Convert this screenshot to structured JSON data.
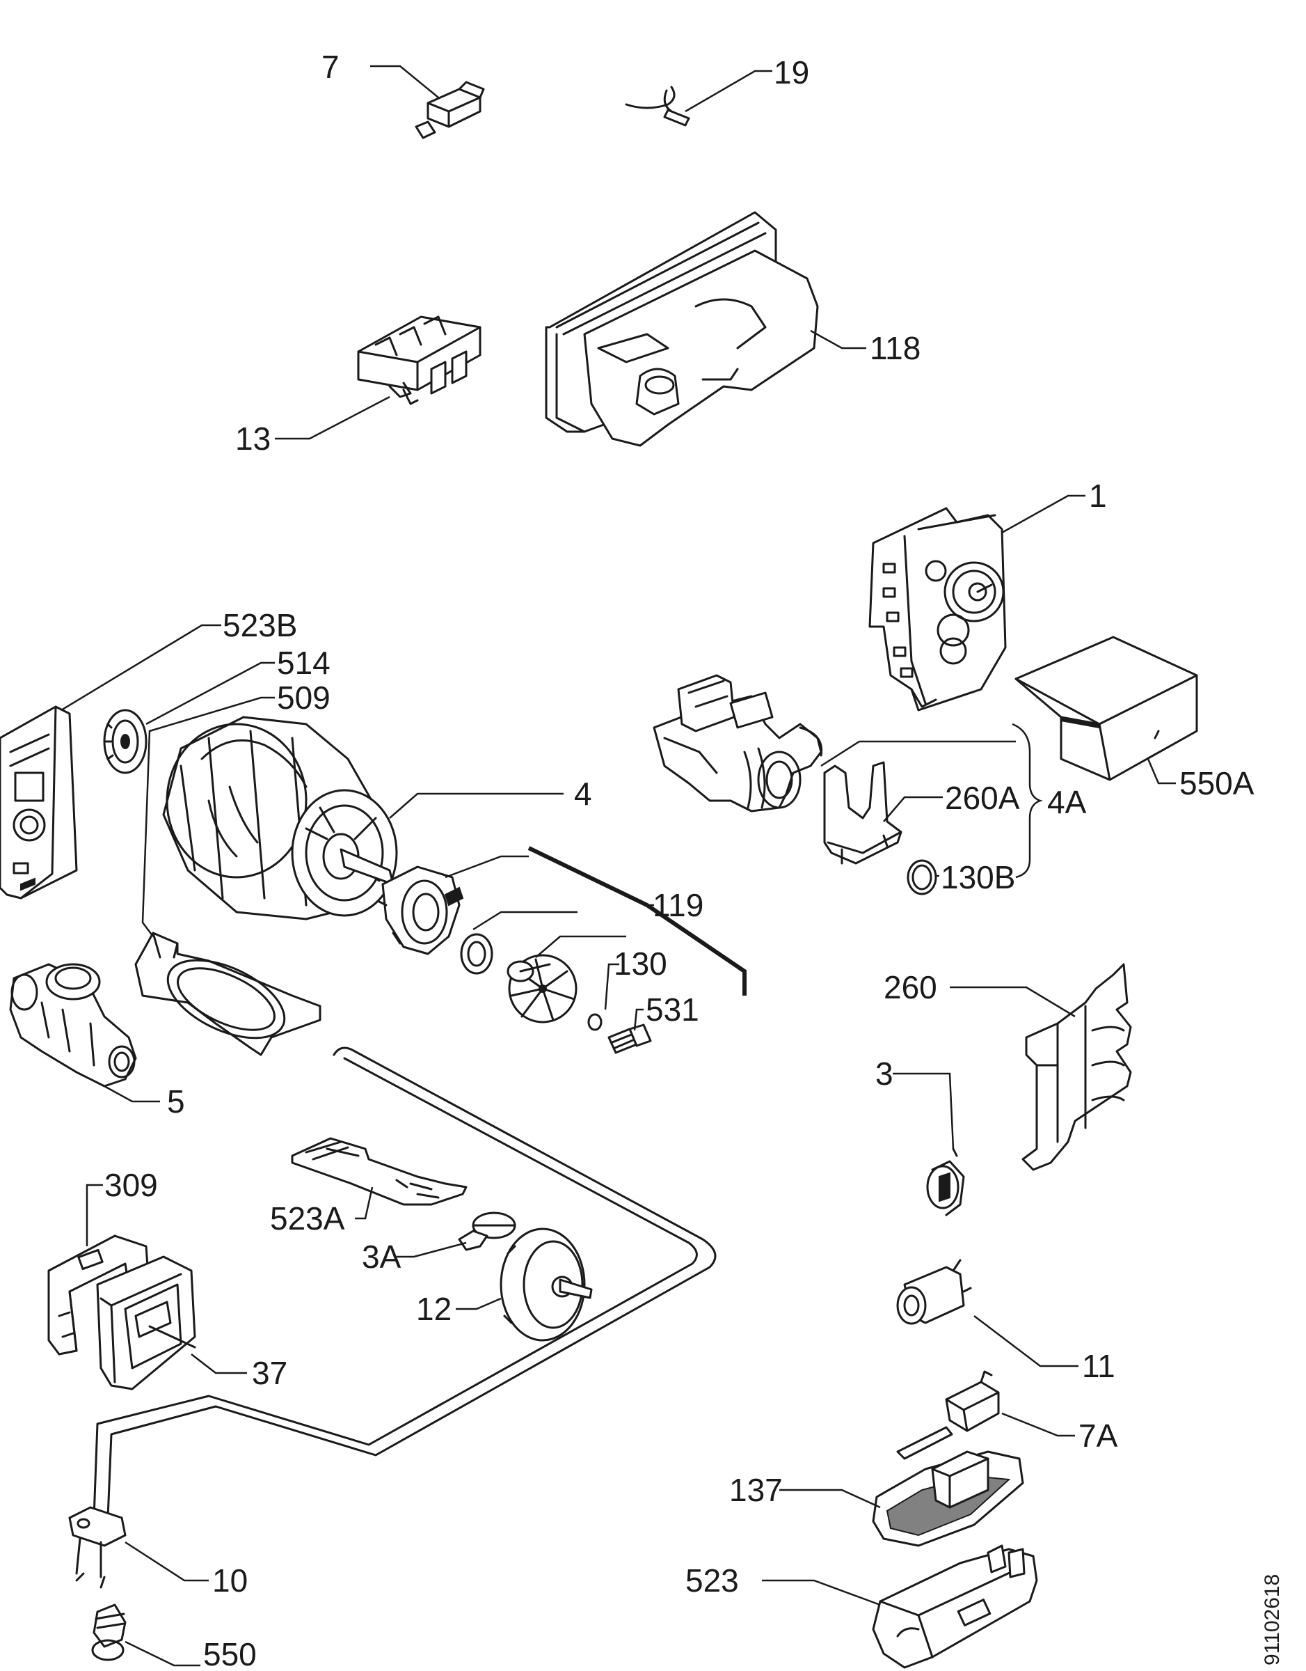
{
  "labels": {
    "p7": "7",
    "p19": "19",
    "p118": "118",
    "p13": "13",
    "p1": "1",
    "p523B": "523B",
    "p514": "514",
    "p509": "509",
    "p4": "4",
    "p260A": "260A",
    "p4A": "4A",
    "p130B": "130B",
    "p550A": "550A",
    "p119": "119",
    "p130": "130",
    "p531": "531",
    "p260": "260",
    "p5": "5",
    "p3": "3",
    "p309": "309",
    "p523A": "523A",
    "p3A": "3A",
    "p12": "12",
    "p37": "37",
    "p11": "11",
    "p7A": "7A",
    "p137": "137",
    "p10": "10",
    "p523": "523",
    "p550": "550"
  },
  "document_id": "91102618"
}
